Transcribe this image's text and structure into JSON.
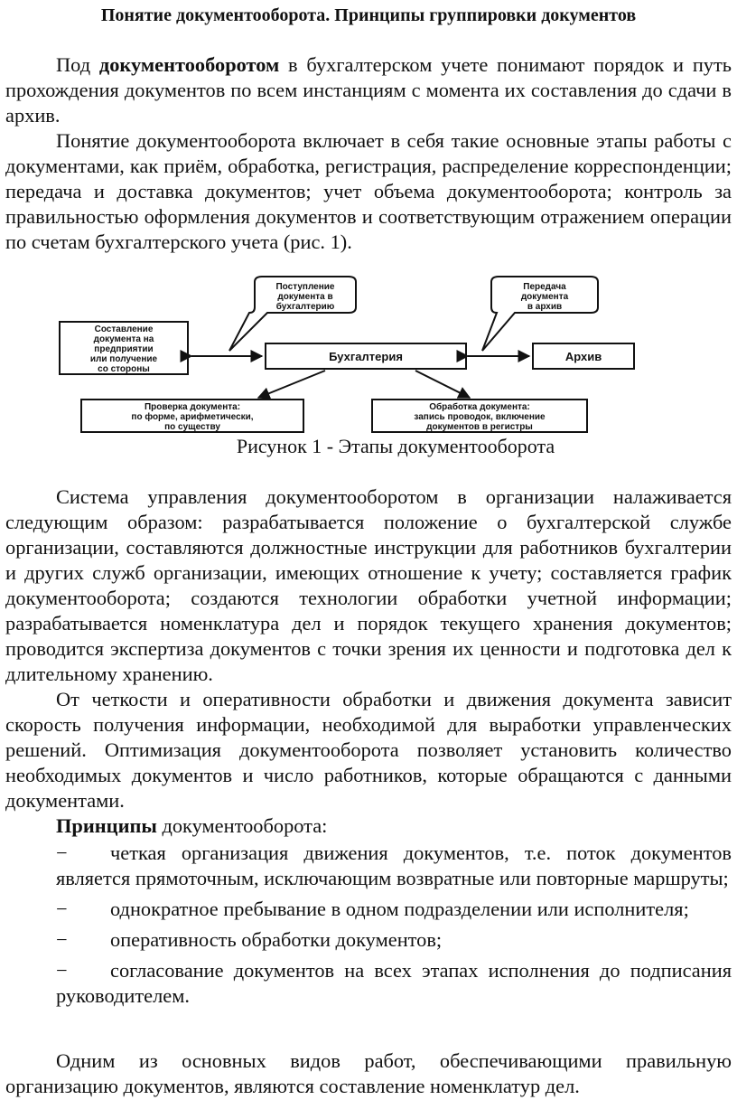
{
  "title": "Понятие документооборота. Принципы группировки документов",
  "p1": {
    "prefix": "Под ",
    "bold": "документооборотом",
    "rest": " в бухгалтерском учете понимают порядок и путь прохождения документов по всем инстанциям с момента их составления до сдачи в архив."
  },
  "p2": "Понятие документооборота включает в себя такие основные этапы работы с документами, как приём, обработка, регистрация, распределение корреспонденции; передача и доставка документов; учет объема документооборота; контроль за правильностью оформления документов и соответствующим отражением операции по счетам бухгалтерского учета (рис. 1).",
  "diagram": {
    "callout_left": [
      "Поступление",
      "документа в",
      "бухгалтерию"
    ],
    "callout_right": [
      "Передача",
      "документа",
      "в архив"
    ],
    "box_source": [
      "Составление",
      "документа на",
      "предприятии",
      "или получение",
      "со стороны"
    ],
    "box_center": "Бухгалтерия",
    "box_archive": "Архив",
    "box_check": [
      "Проверка документа:",
      "по форме, арифметически,",
      "по существу"
    ],
    "box_process": [
      "Обработка документа:",
      "запись проводок, включение",
      "документов в регистры"
    ]
  },
  "caption": "Рисунок 1 - Этапы документооборота",
  "p3": "Система управления документооборотом в организации налаживается следующим образом: разрабатывается положение о бухгалтерской службе организации, составляются должностные инструкции для работников бухгалтерии и других служб организации, имеющих отношение к учету; составляется график документооборота; создаются технологии обработки учетной информации; разрабатывается номенклатура дел и порядок текущего хранения документов; проводится экспертиза документов с точки зрения их ценности и подготовка дел к длительному хранению.",
  "p4": "От четкости и оперативности обработки и движения документа зависит скорость получения информации, необходимой для выработки управленческих решений. Оптимизация документооборота позволяет установить количество необходимых документов и число работников, которые обращаются с данными документами.",
  "principles": {
    "bold": "Принципы",
    "rest": " документооборота:",
    "dash": "−",
    "items": [
      "четкая организация движения документов, т.е. поток документов является прямоточным, исключающим возвратные или повторные маршруты;",
      "однократное пребывание в одном подразделении или исполнителя;",
      "оперативность обработки документов;",
      "согласование документов на всех этапах исполнения до подписания руководителем."
    ]
  },
  "p5": "Одним из основных видов работ, обеспечивающими правильную организацию документов, являются составление номенклатур дел."
}
